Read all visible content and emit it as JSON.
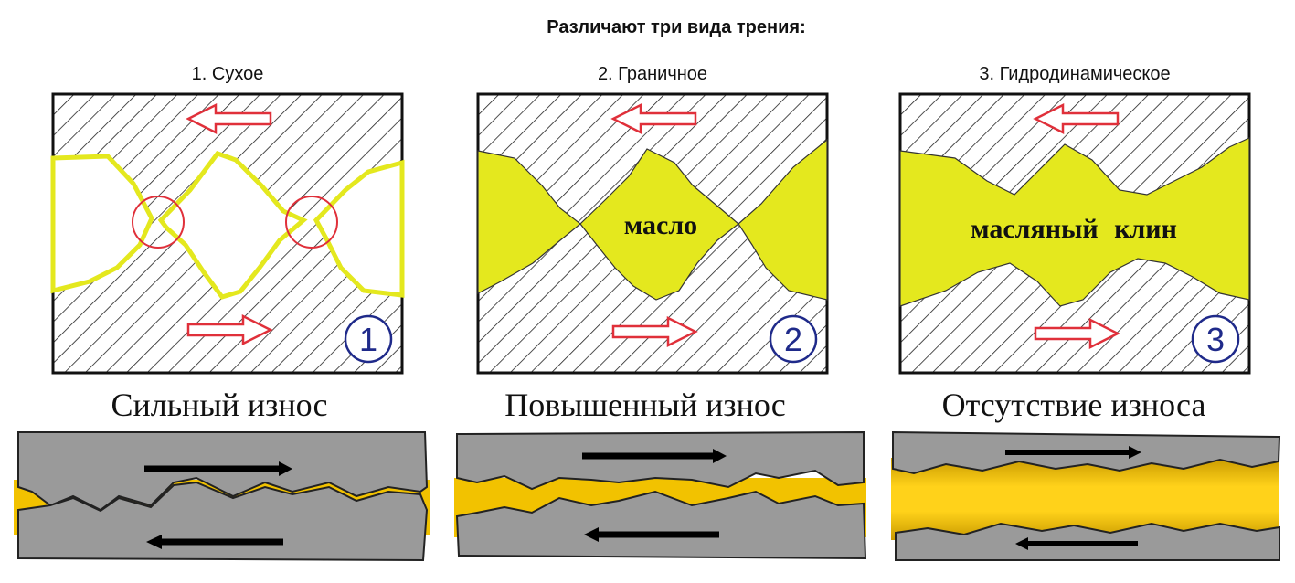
{
  "title": "Различают три вида трения:",
  "colors": {
    "oil_top": "#e4e81e",
    "oil_bottom": "#f2c200",
    "metal": "#9a9a9a",
    "number": "#1f2a8a",
    "arrow": "#e0303a"
  },
  "panels": [
    {
      "heading": "1. Сухое",
      "number": "1",
      "oil_label": "",
      "caption": "Сильный износ"
    },
    {
      "heading": "2. Граничное",
      "number": "2",
      "oil_label": "масло",
      "caption": "Повышенный износ"
    },
    {
      "heading": "3. Гидродинамическое",
      "number": "3",
      "oil_label": "масляный клин",
      "caption": "Отсутствие износа"
    }
  ]
}
